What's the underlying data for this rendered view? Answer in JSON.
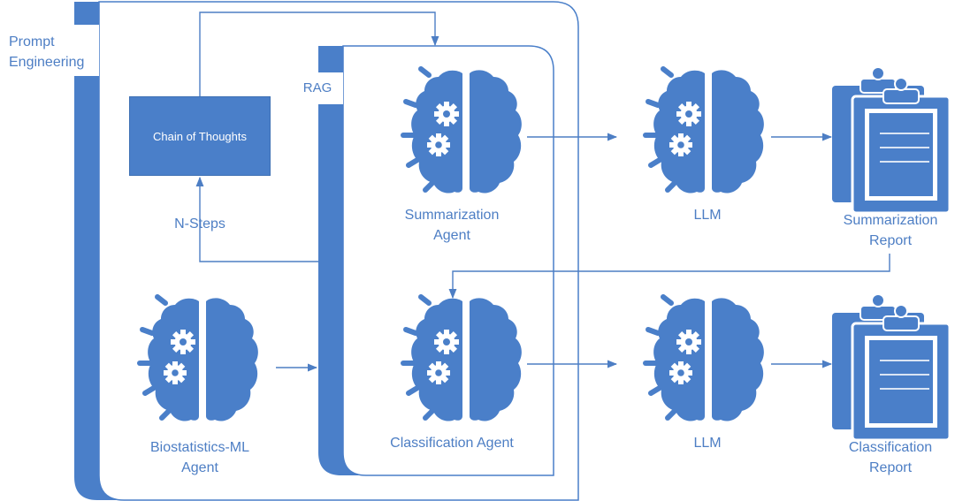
{
  "colors": {
    "primary": "#4a7fc9",
    "dark": "#3e6fb7",
    "line": "#4d7ec4",
    "background": "#ffffff"
  },
  "containers": {
    "prompt_engineering": "Prompt\nEngineering",
    "rag": "RAG"
  },
  "process": {
    "chain_of_thoughts": "Chain of Thoughts",
    "n_steps": "N-Steps"
  },
  "agents": {
    "summarization": "Summarization\nAgent",
    "classification": "Classification Agent",
    "biostatistics": "Biostatistics-ML\nAgent"
  },
  "llm": {
    "top": "LLM",
    "bottom": "LLM"
  },
  "reports": {
    "summarization": "Summarization\nReport",
    "classification": "Classification\nReport"
  },
  "icons": [
    "brain-gears-icon",
    "clipboard-icon",
    "arrow-icon"
  ]
}
